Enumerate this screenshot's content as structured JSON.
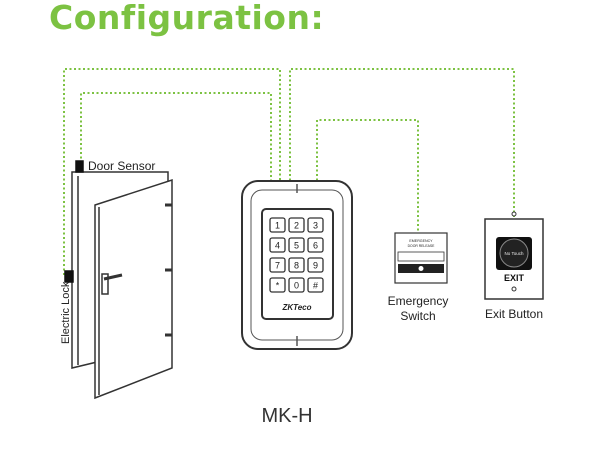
{
  "title": "Configuration:",
  "labels": {
    "door_sensor": "Door Sensor",
    "electric_lock": "Electric Lock",
    "emergency_switch_line1": "Emergency",
    "emergency_switch_line2": "Switch",
    "exit_button": "Exit Button",
    "model": "MK-H"
  },
  "device": {
    "brand": "ZKTeco",
    "keys": [
      "1",
      "2",
      "3",
      "4",
      "5",
      "6",
      "7",
      "8",
      "9",
      "*",
      "0",
      "#"
    ]
  },
  "emergency_panel": {
    "header_line1": "EMERGENCY",
    "header_line2": "DOOR RELEASE"
  },
  "exit_panel": {
    "button_text": "No Touch",
    "label": "EXIT"
  },
  "colors": {
    "title": "#7cc242",
    "wire": "#7cc242",
    "outline": "#333333"
  }
}
